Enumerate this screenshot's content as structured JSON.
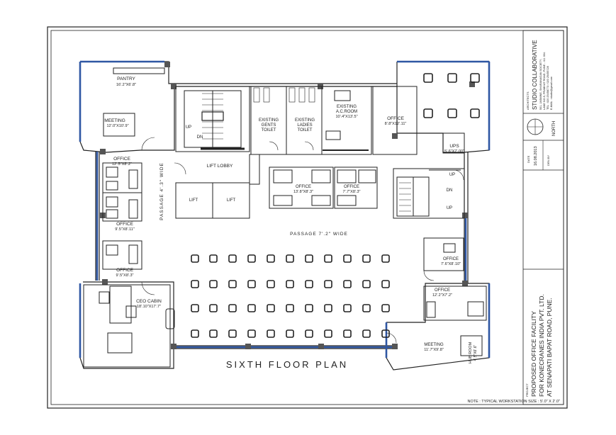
{
  "title": "SIXTH FLOOR PLAN",
  "note": "NOTE : TYPICAL WORKSTATION SIZE : 5'.0\" X 2'.0\"",
  "rooms": {
    "pantry": {
      "name": "PANTRY",
      "size": "16'.2\"X6'.8\""
    },
    "meeting_top": {
      "name": "MEETING",
      "size": "12'.0\"X10'.9\""
    },
    "office_a": {
      "name": "OFFICE",
      "size": "12'.5\"X8'.2\""
    },
    "office_b": {
      "name": "OFFICE",
      "size": "9'.5\"X8'.11\""
    },
    "office_c": {
      "name": "OFFICE",
      "size": "9'.5\"X8'.3\""
    },
    "ceo_cabin": {
      "name": "CEO CABIN",
      "size": "18'.10\"X17'.7\""
    },
    "gents_toilet": {
      "l1": "EXISTING",
      "l2": "GENTS",
      "l3": "TOILET"
    },
    "ladies_toilet": {
      "l1": "EXISTING",
      "l2": "LADIES",
      "l3": "TOILET"
    },
    "ac_room": {
      "l1": "EXISTING",
      "l2": "A.C.ROOM",
      "size": "10'.4\"X13'.5\""
    },
    "office_top_right": {
      "name": "OFFICE",
      "size": "8'.8\"X12'.11\""
    },
    "ups": {
      "name": "UPS",
      "size": "5'.6\"X7'.00\""
    },
    "office_mid_1": {
      "name": "OFFICE",
      "size": "13'.8\"X8'.3\""
    },
    "office_mid_2": {
      "name": "OFFICE",
      "size": "7'.7\"X8'.3\""
    },
    "office_right_1": {
      "name": "OFFICE",
      "size": "7'.6\"X8'.10\""
    },
    "office_right_2": {
      "name": "OFFICE",
      "size": "12'.2\"X7'.2\""
    },
    "meeting_bottom": {
      "name": "MEETING",
      "size": "11'.7\"X9'.8\""
    },
    "hub_room": {
      "name": "HUB ROOM",
      "size": "4'.5\"X6'.6\""
    },
    "lift_lobby": "LIFT LOBBY",
    "lift": "LIFT",
    "passage_vertical": "PASSAGE 4'.3\" WIDE",
    "passage_horizontal": "PASSAGE 7'.2\" WIDE",
    "up": "UP",
    "dn": "DN"
  },
  "title_block": {
    "architects_label": "ARCHITECTS",
    "firm": "STUDIO COLLABORATIVE",
    "addr1": "501, JASMINE, SHARANAGAN SOCIETY,",
    "addr2": "LANE NO.5, PRABHAT ROAD, PUNE - 411 004.",
    "tel": "TEL : 020 25458773 / 020 25455728",
    "email": "E-MAIL : studio@gmail.com",
    "north": "NORTH",
    "date_label": "DATE",
    "date": "16.08.2013",
    "drn_label": "DRN BY",
    "project_label": "PROJECT",
    "project1": "PROPOSED OFFICE FACILITY",
    "project2": "FOR KONECRANES INDIA PVT. LTD.",
    "project3": "AT SENAPATI BAPAT ROAD, PUNE."
  },
  "colors": {
    "wall_blue": "#2f57a3",
    "line": "#222222"
  }
}
